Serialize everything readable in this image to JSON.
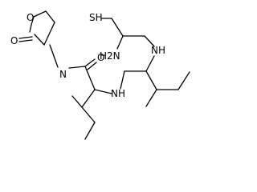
{
  "diagram": {
    "type": "chemical-structure",
    "atoms": {
      "sh": "SH",
      "o_ring": "O",
      "o_keto": "O",
      "n_amide": "N",
      "o_amide": "O",
      "h2n": "H2N",
      "nh_upper": "NH",
      "nh_lower": "NH"
    }
  }
}
